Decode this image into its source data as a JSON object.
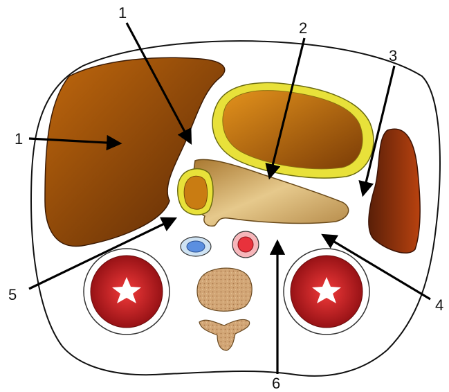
{
  "labels": {
    "l1_top": "1",
    "l1_left": "1",
    "l2": "2",
    "l3": "3",
    "l4": "4",
    "l5": "5",
    "l6": "6"
  },
  "colors": {
    "outline": "#111111",
    "body_fill": "#ffffff",
    "organ_dark": "#6b2f05",
    "organ_mid": "#b85e0a",
    "stomach_rim": "#e9e43a",
    "pancreas": "#c9a466",
    "vessel_red": "#e8323c",
    "vessel_blue": "#5b8fe0",
    "bone": "#cfa373"
  }
}
